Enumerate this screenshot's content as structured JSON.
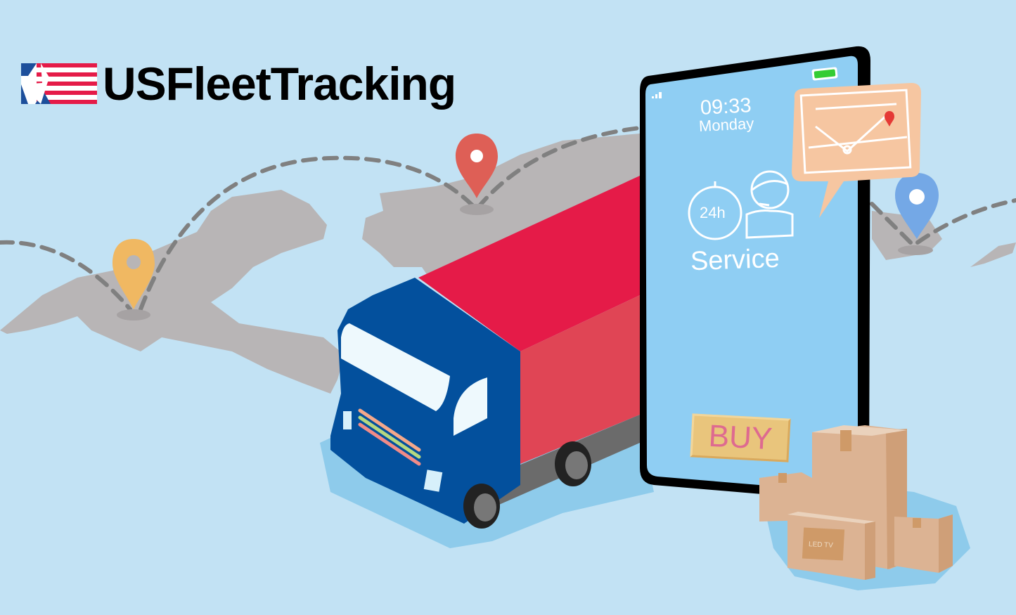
{
  "brand": {
    "name": "USFleetTracking",
    "colors": {
      "flag_blue": "#1d4f9b",
      "flag_red": "#e51b48",
      "text": "#000000"
    }
  },
  "phone": {
    "time": "09:33",
    "day": "Monday",
    "badge_hours": "24h",
    "service_label": "Service",
    "buy_button": "BUY",
    "battery_color": "#33cc33",
    "screen_color": "#8fcef3"
  },
  "boxes": {
    "tv_box_label": "LED TV"
  },
  "map_pins": [
    {
      "name": "yellow-pin",
      "color": "#f0b862"
    },
    {
      "name": "red-pin",
      "color": "#de5f56"
    },
    {
      "name": "blue-pin",
      "color": "#74a8e6"
    }
  ],
  "colors": {
    "background": "#c2e2f4",
    "land": "#b8b5b6",
    "truck_cab": "#03509d",
    "truck_box_top": "#e51b48",
    "truck_box_side": "#e04555",
    "route_dash": "#808080",
    "box_cardboard": "#dcb393"
  }
}
